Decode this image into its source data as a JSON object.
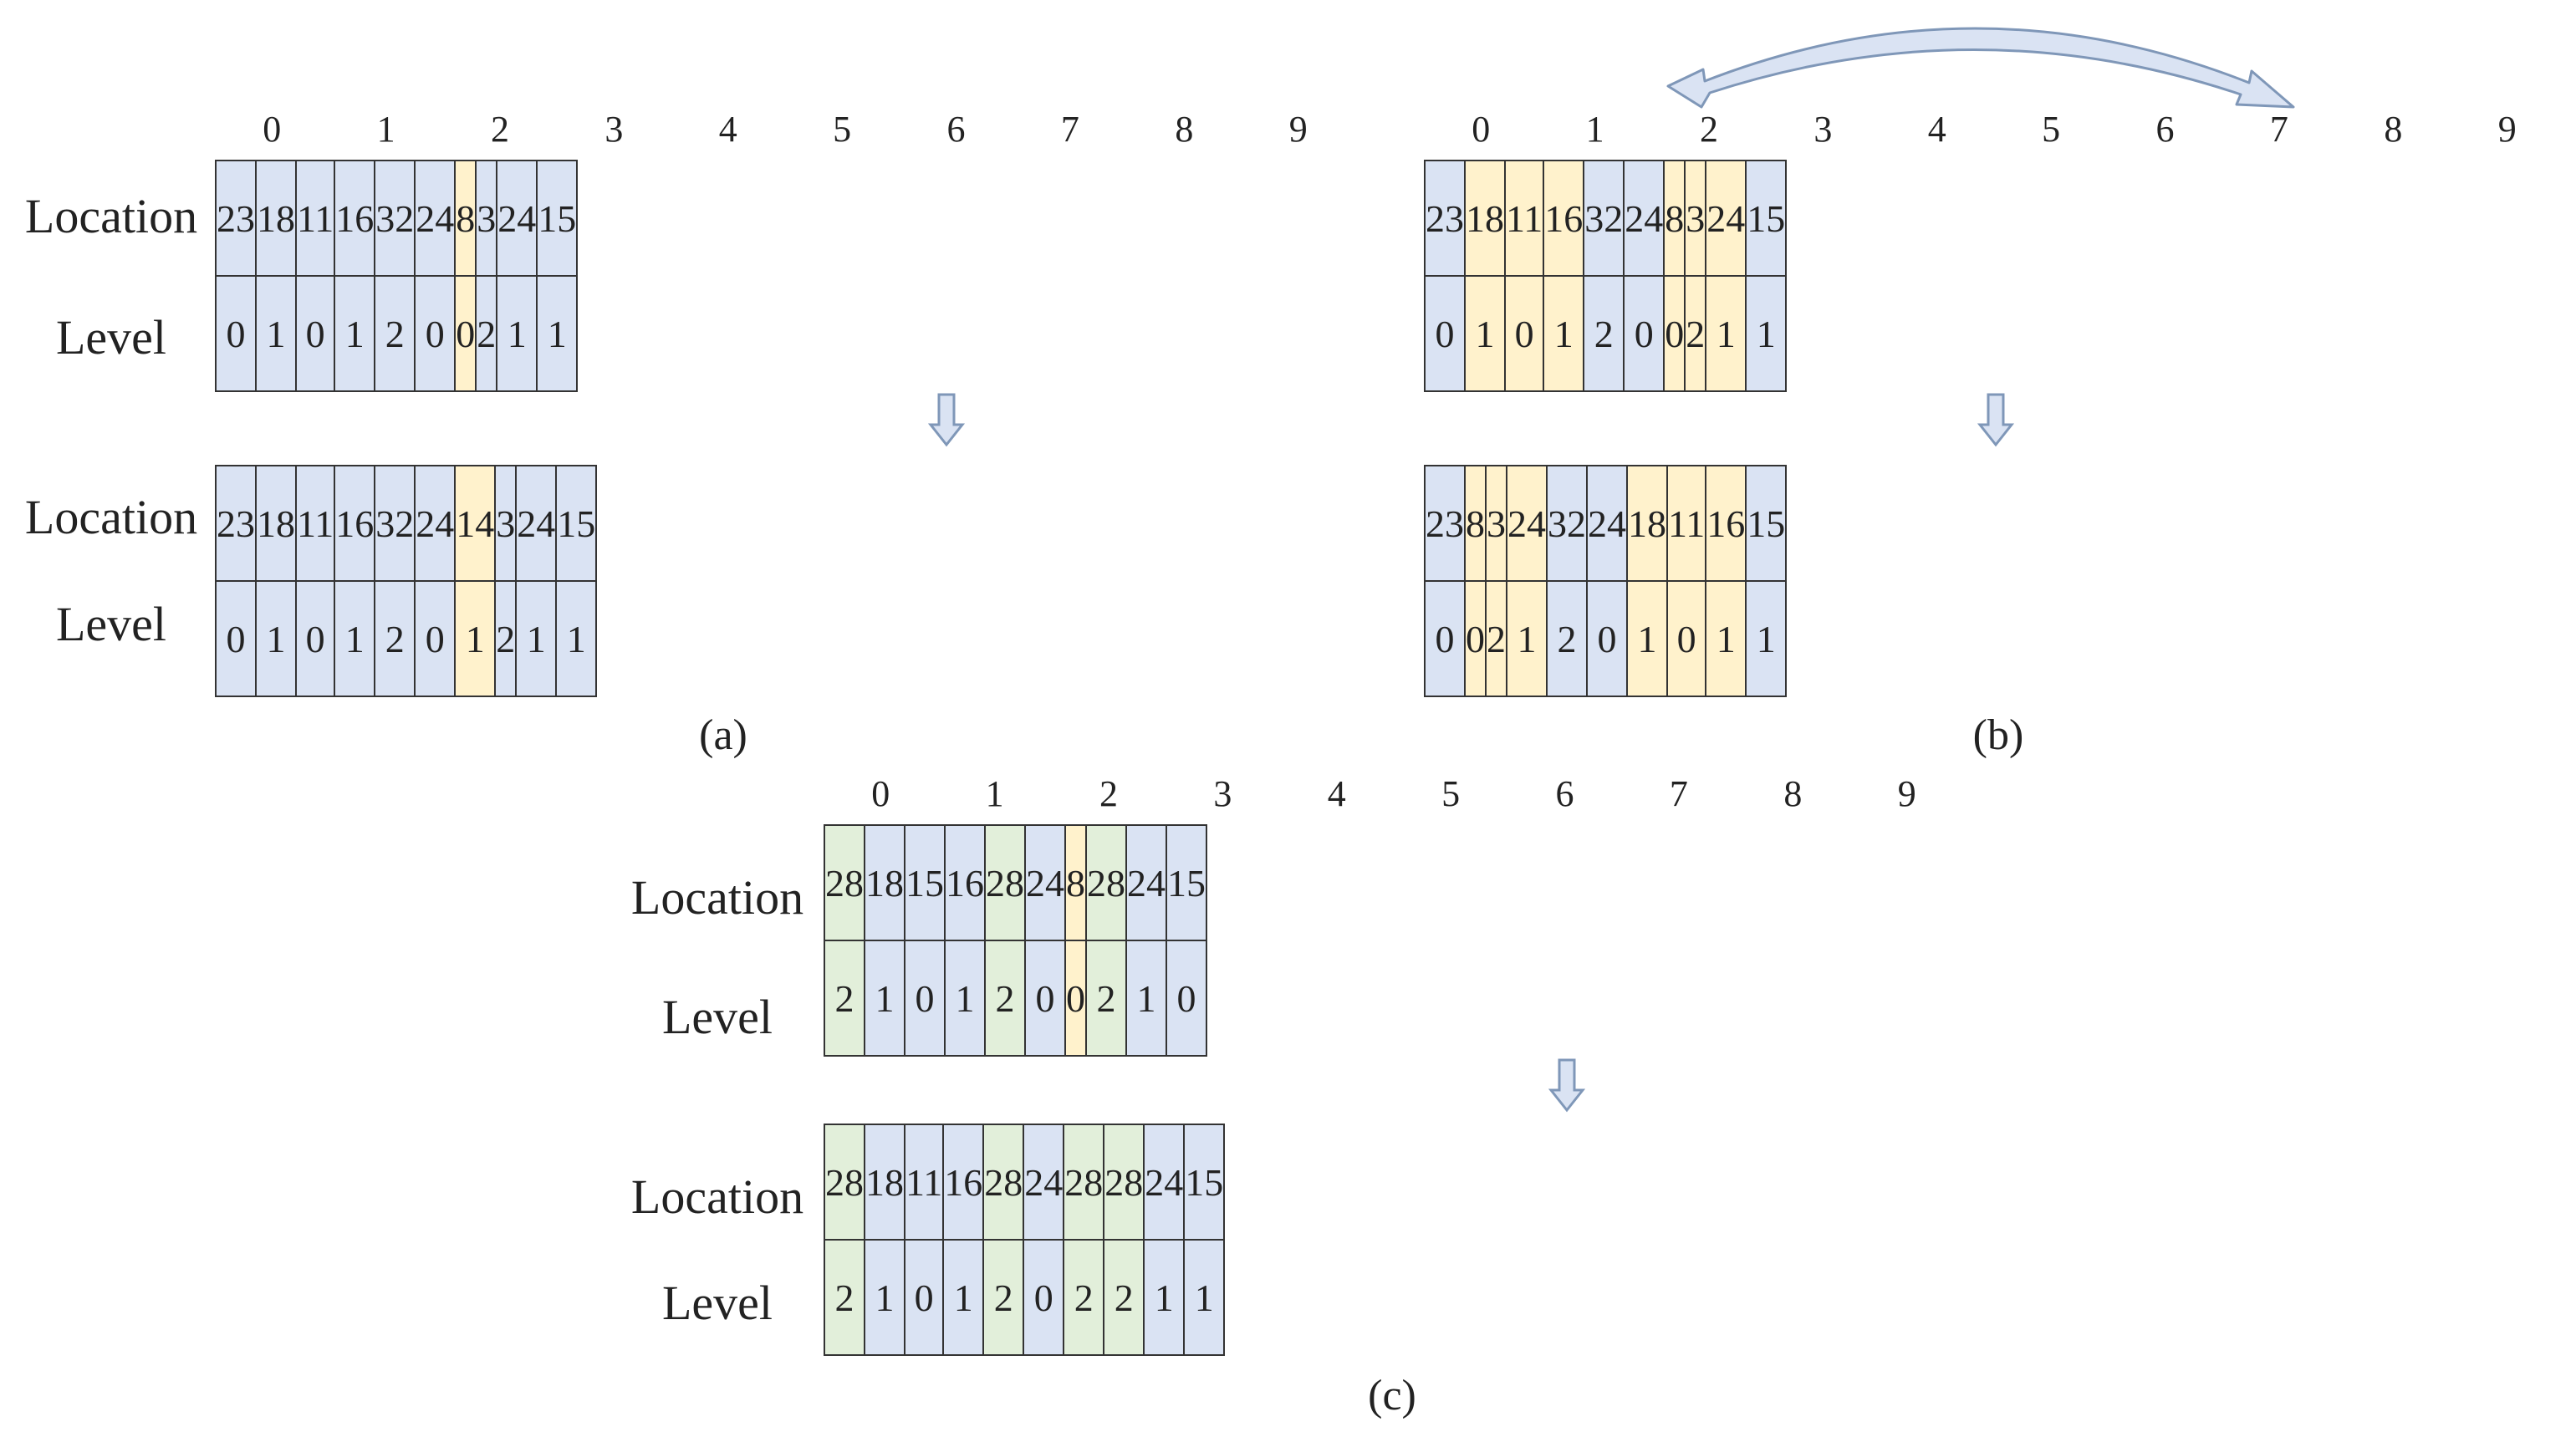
{
  "indices": [
    "0",
    "1",
    "2",
    "3",
    "4",
    "5",
    "6",
    "7",
    "8",
    "9"
  ],
  "labels": {
    "location": "Location",
    "level": "Level"
  },
  "colors": {
    "blue": "#dae3f3",
    "yellow": "#fff2cc",
    "green": "#e2efda",
    "border": "#333333",
    "arrow_fill": "#dae3f3",
    "arrow_stroke": "#7f97b8"
  },
  "panels": {
    "a": {
      "caption": "(a)",
      "before": {
        "location": [
          "23",
          "18",
          "11",
          "16",
          "32",
          "24",
          "8",
          "3",
          "24",
          "15"
        ],
        "level": [
          "0",
          "1",
          "0",
          "1",
          "2",
          "0",
          "0",
          "2",
          "1",
          "1"
        ],
        "colors": [
          "blue",
          "blue",
          "blue",
          "blue",
          "blue",
          "blue",
          "yellow",
          "blue",
          "blue",
          "blue"
        ]
      },
      "after": {
        "location": [
          "23",
          "18",
          "11",
          "16",
          "32",
          "24",
          "14",
          "3",
          "24",
          "15"
        ],
        "level": [
          "0",
          "1",
          "0",
          "1",
          "2",
          "0",
          "1",
          "2",
          "1",
          "1"
        ],
        "colors": [
          "blue",
          "blue",
          "blue",
          "blue",
          "blue",
          "blue",
          "yellow",
          "blue",
          "blue",
          "blue"
        ]
      }
    },
    "b": {
      "caption": "(b)",
      "before": {
        "location": [
          "23",
          "18",
          "11",
          "16",
          "32",
          "24",
          "8",
          "3",
          "24",
          "15"
        ],
        "level": [
          "0",
          "1",
          "0",
          "1",
          "2",
          "0",
          "0",
          "2",
          "1",
          "1"
        ],
        "colors": [
          "blue",
          "yellow",
          "yellow",
          "yellow",
          "blue",
          "blue",
          "yellow",
          "yellow",
          "yellow",
          "blue"
        ]
      },
      "after": {
        "location": [
          "23",
          "8",
          "3",
          "24",
          "32",
          "24",
          "18",
          "11",
          "16",
          "15"
        ],
        "level": [
          "0",
          "0",
          "2",
          "1",
          "2",
          "0",
          "1",
          "0",
          "1",
          "1"
        ],
        "colors": [
          "blue",
          "yellow",
          "yellow",
          "yellow",
          "blue",
          "blue",
          "yellow",
          "yellow",
          "yellow",
          "blue"
        ]
      }
    },
    "c": {
      "caption": "(c)",
      "before": {
        "location": [
          "28",
          "18",
          "15",
          "16",
          "28",
          "24",
          "8",
          "28",
          "24",
          "15"
        ],
        "level": [
          "2",
          "1",
          "0",
          "1",
          "2",
          "0",
          "0",
          "2",
          "1",
          "0"
        ],
        "colors": [
          "green",
          "blue",
          "blue",
          "blue",
          "green",
          "blue",
          "yellow",
          "green",
          "blue",
          "blue"
        ]
      },
      "after": {
        "location": [
          "28",
          "18",
          "11",
          "16",
          "28",
          "24",
          "28",
          "28",
          "24",
          "15"
        ],
        "level": [
          "2",
          "1",
          "0",
          "1",
          "2",
          "0",
          "2",
          "2",
          "1",
          "1"
        ],
        "colors": [
          "green",
          "blue",
          "blue",
          "blue",
          "green",
          "blue",
          "green",
          "green",
          "blue",
          "blue"
        ]
      }
    }
  }
}
